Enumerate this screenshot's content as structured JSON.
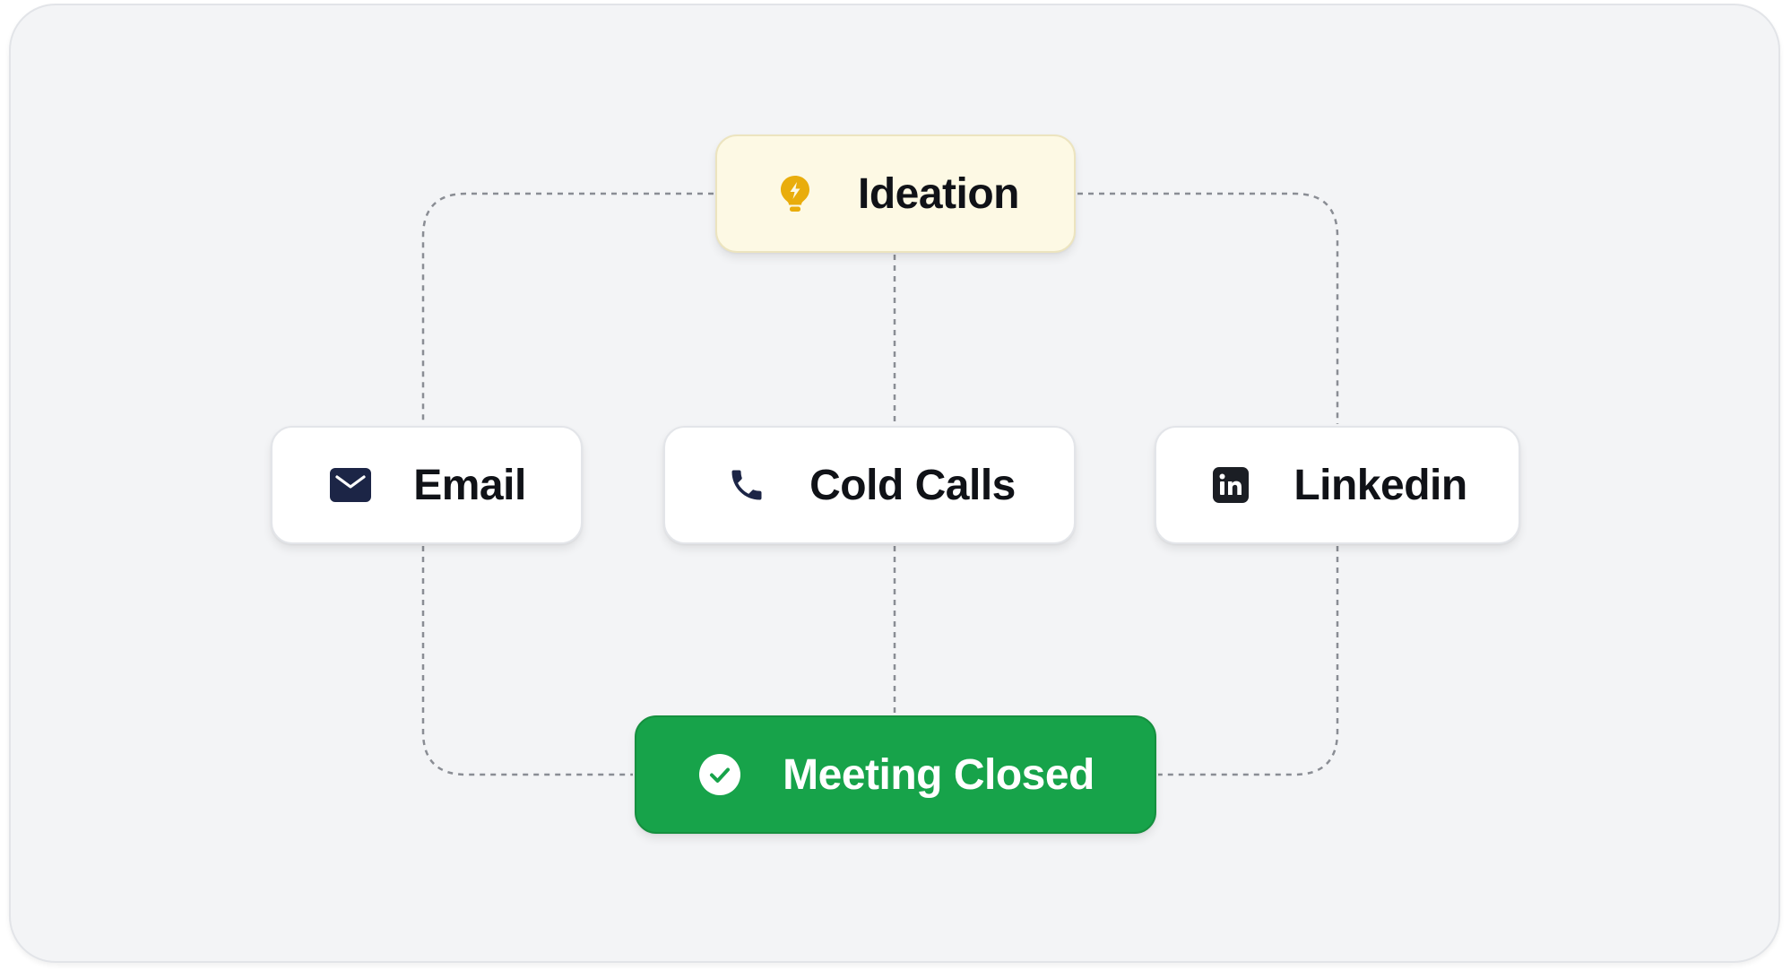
{
  "diagram": {
    "nodes": {
      "ideation": {
        "label": "Ideation",
        "icon": "lightbulb-icon",
        "color": "#e9ad0c"
      },
      "email": {
        "label": "Email",
        "icon": "mail-icon",
        "color": "#1c2546"
      },
      "cold_calls": {
        "label": "Cold Calls",
        "icon": "phone-icon",
        "color": "#1c2546"
      },
      "linkedin": {
        "label": "Linkedin",
        "icon": "linkedin-icon",
        "color": "#1b1e24"
      },
      "meeting_closed": {
        "label": "Meeting Closed",
        "icon": "check-circle-icon",
        "color": "#17a34a"
      }
    },
    "edges": [
      {
        "from": "ideation",
        "to": "email"
      },
      {
        "from": "ideation",
        "to": "cold_calls"
      },
      {
        "from": "ideation",
        "to": "linkedin"
      },
      {
        "from": "email",
        "to": "meeting_closed"
      },
      {
        "from": "cold_calls",
        "to": "meeting_closed"
      },
      {
        "from": "linkedin",
        "to": "meeting_closed"
      }
    ],
    "colors": {
      "background": "#f3f4f6",
      "connector": "#8a8d94",
      "ideation_fill": "#fdf9e4",
      "success": "#17a34a"
    }
  }
}
